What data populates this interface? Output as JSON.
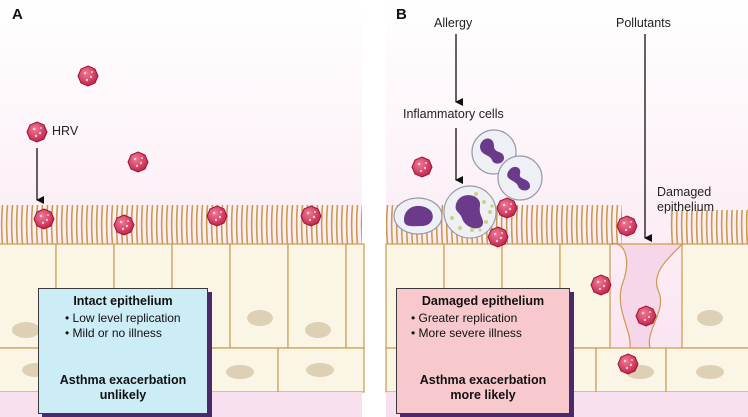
{
  "panels": [
    {
      "letter": "A",
      "labels": {
        "virus": "HRV"
      },
      "box": {
        "title": "Intact epithelium",
        "bullets": [
          "Low level replication",
          "Mild or no illness"
        ],
        "outcome": [
          "Asthma exacerbation",
          "unlikely"
        ],
        "bg": "#ccecf6",
        "arrow_color": "#fbf3c0"
      }
    },
    {
      "letter": "B",
      "labels": {
        "allergy": "Allergy",
        "pollutants": "Pollutants",
        "inflammatory": "Inflammatory cells",
        "damaged": [
          "Damaged",
          "epithelium"
        ]
      },
      "box": {
        "title": "Damaged epithelium",
        "bullets": [
          "Greater replication",
          "More severe illness"
        ],
        "outcome": [
          "Asthma exacerbation",
          "more likely"
        ],
        "bg": "#f8c9cc",
        "arrow_color": "#e0283a"
      }
    }
  ],
  "colors": {
    "background_top": "#ffffff",
    "background_bottom": "#f9e0ee",
    "cilia": "#cc9a4e",
    "cell_fill": "#fbf5e6",
    "nucleus": "#ddd0b4",
    "virus": "#d8325a",
    "leukocyte_nucleus": "#6b3a8a"
  }
}
